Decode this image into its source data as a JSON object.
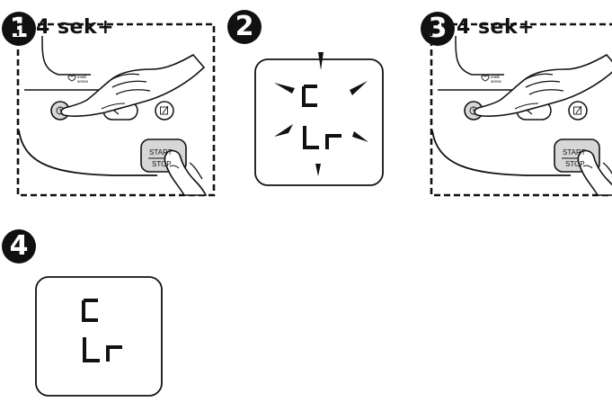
{
  "steps": [
    {
      "number": "1",
      "hold_label": "4 sek+"
    },
    {
      "number": "2"
    },
    {
      "number": "3",
      "hold_label": "4 sek+"
    },
    {
      "number": "4"
    }
  ],
  "device": {
    "intelli_label_1": "intelli",
    "intelli_label_2": "sense",
    "start_label": "START",
    "stop_label": "STOP"
  },
  "display": {
    "line1": "C",
    "line2": "Lr"
  },
  "icons": [
    "hand-pointer-icon",
    "clock-icon",
    "chevron-left-icon",
    "note-icon",
    "heart-icon"
  ]
}
